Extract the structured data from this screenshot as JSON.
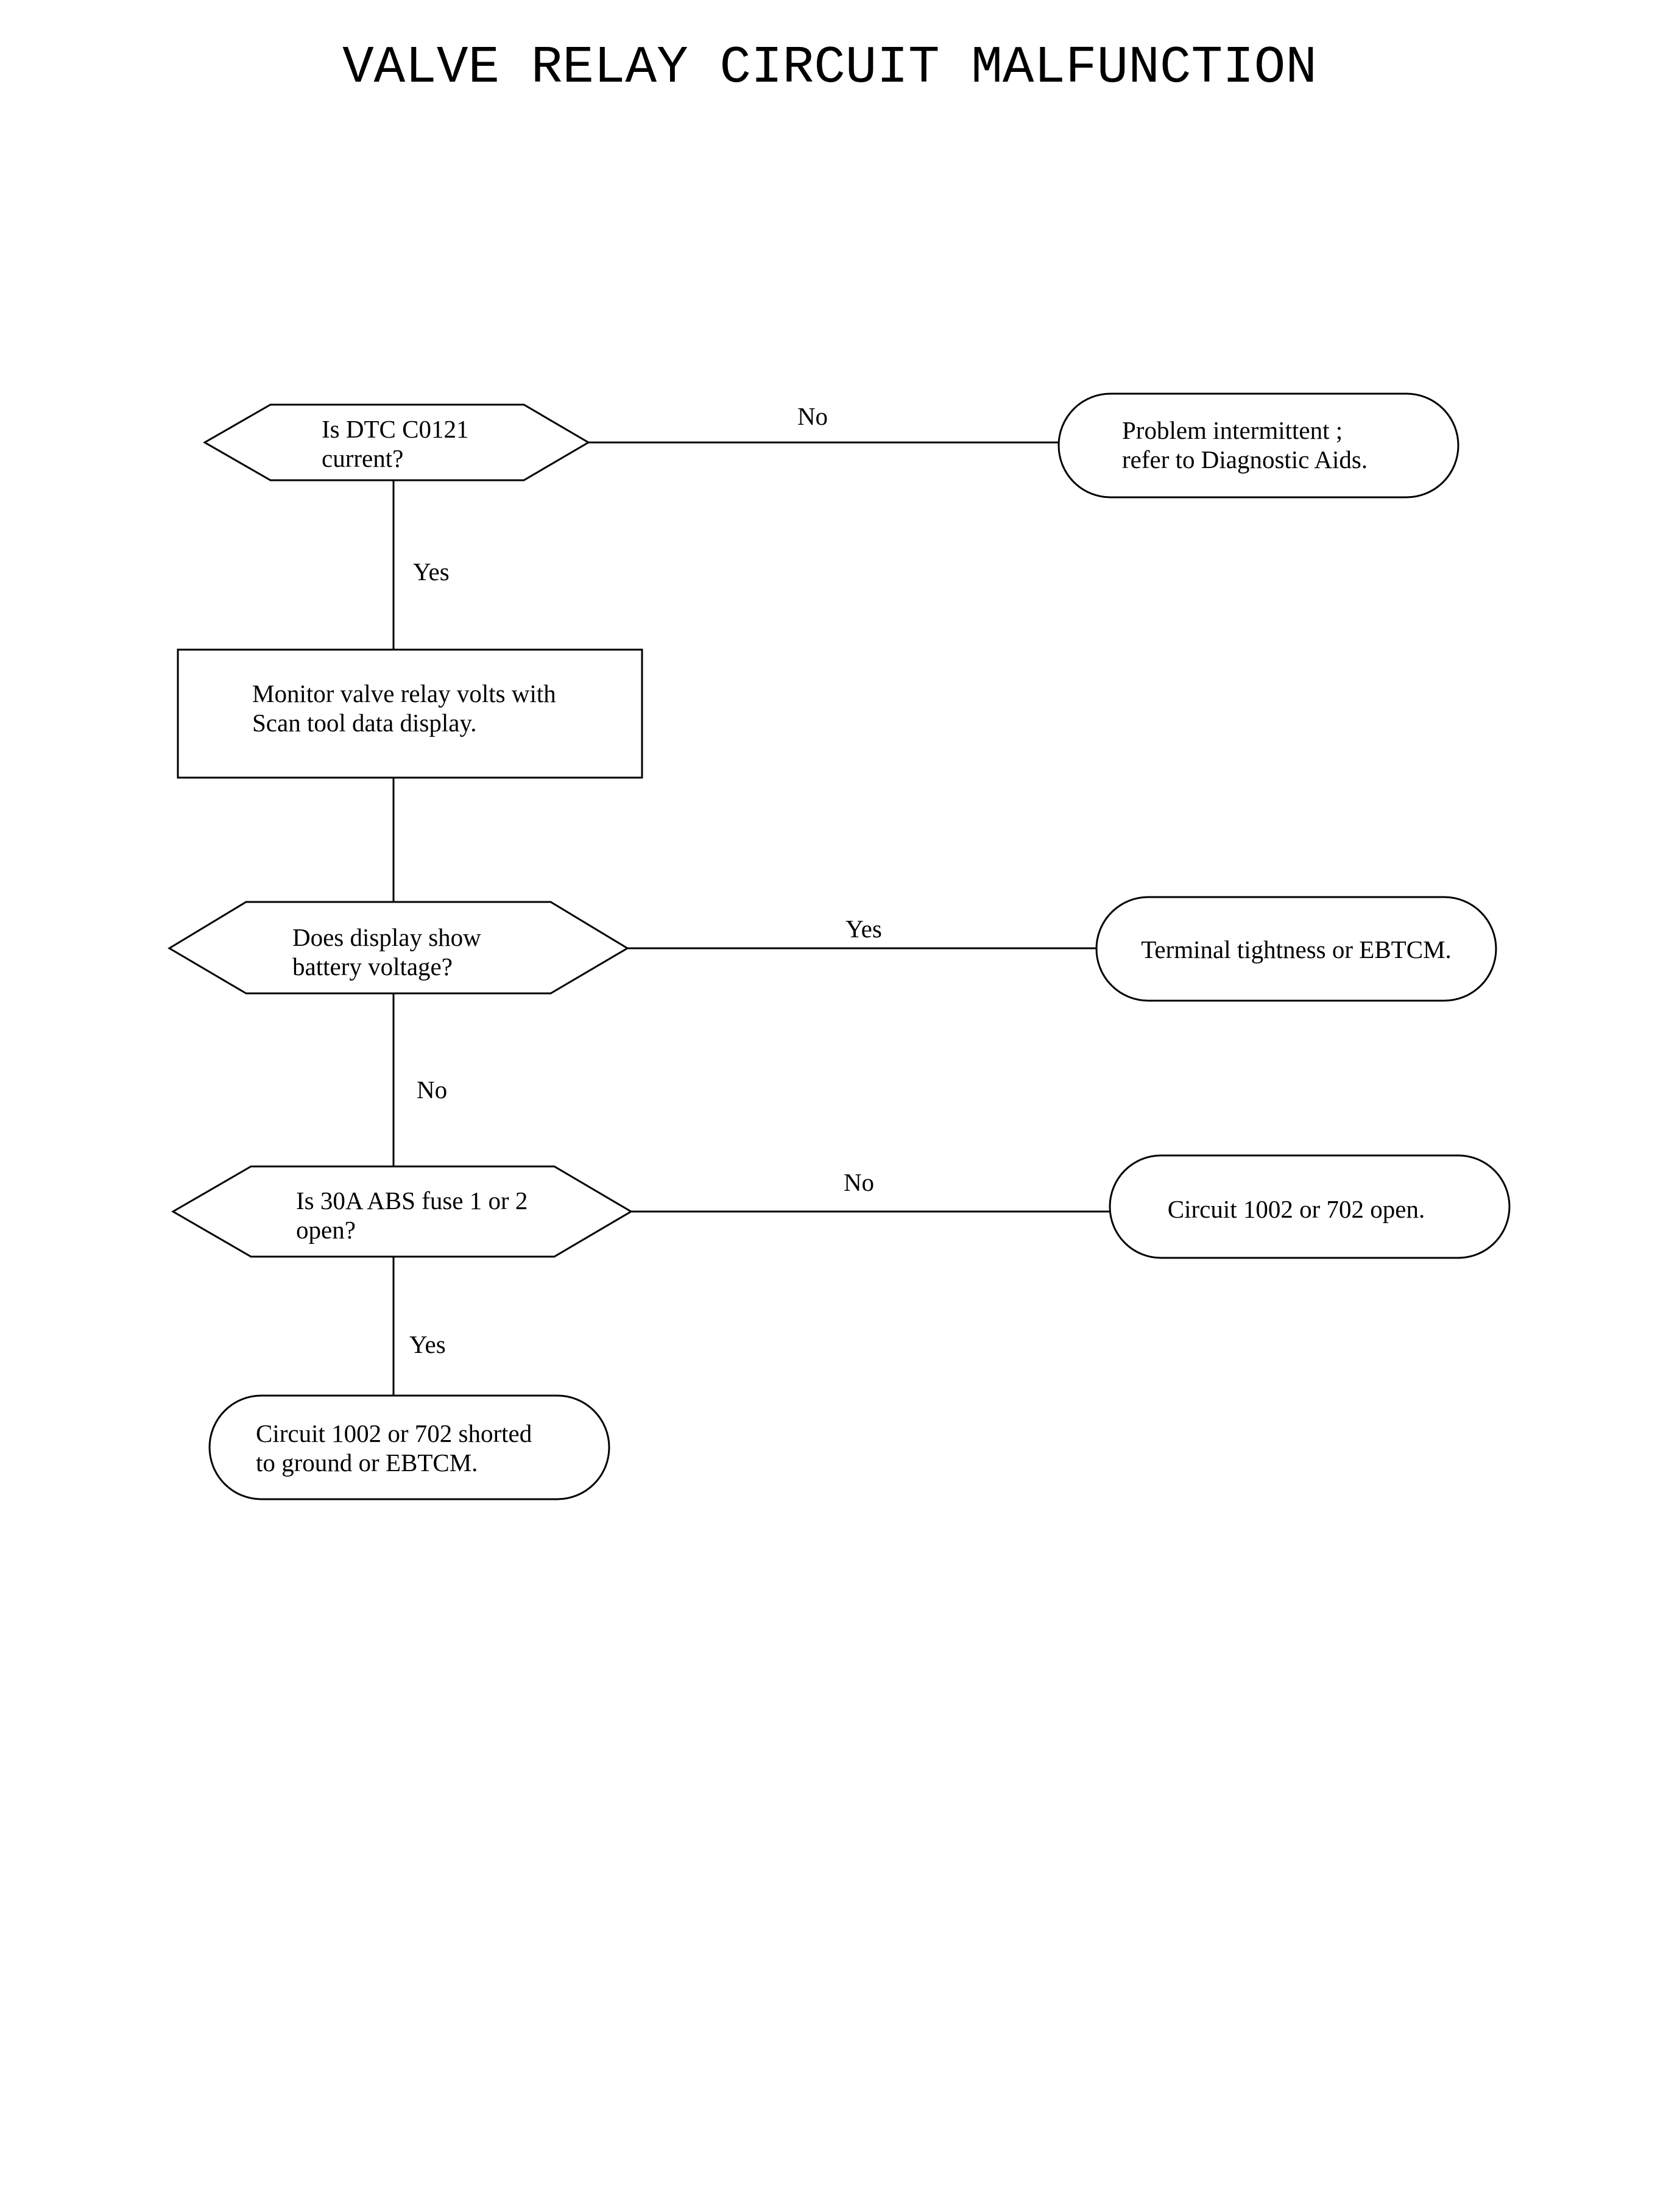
{
  "title": "VALVE RELAY CIRCUIT MALFUNCTION",
  "nodes": {
    "q1": {
      "line1": "Is DTC C0121",
      "line2": "current?"
    },
    "r1": {
      "line1": "Problem intermittent ;",
      "line2": "refer to Diagnostic Aids."
    },
    "a1": {
      "line1": "Monitor valve relay volts with",
      "line2": "Scan tool data display."
    },
    "q2": {
      "line1": "Does display show",
      "line2": "battery voltage?"
    },
    "r2": {
      "line1": "Terminal tightness or EBTCM."
    },
    "q3": {
      "line1": "Is 30A ABS fuse 1 or 2",
      "line2": "open?"
    },
    "r3": {
      "line1": "Circuit 1002 or 702 open."
    },
    "r4": {
      "line1": "Circuit 1002 or 702 shorted",
      "line2": "to ground or EBTCM."
    }
  },
  "edges": {
    "q1_no": "No",
    "q1_yes": "Yes",
    "q2_yes": "Yes",
    "q2_no": "No",
    "q3_no": "No",
    "q3_yes": "Yes"
  }
}
